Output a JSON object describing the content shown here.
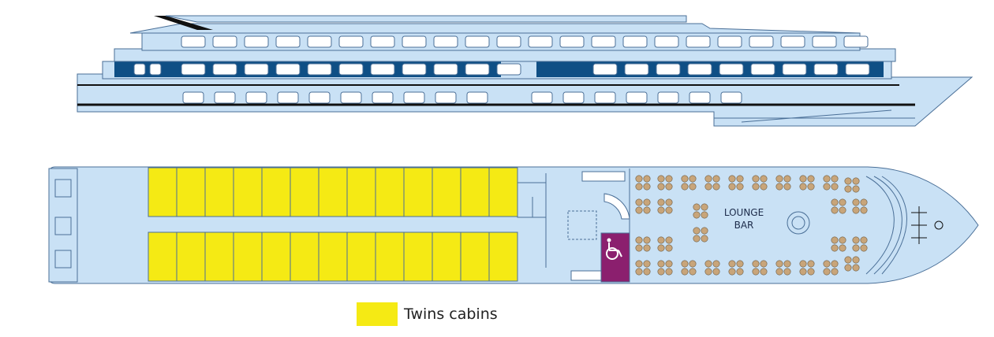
{
  "deck": {
    "lounge_line1": "LOUNGE",
    "lounge_line2": "BAR",
    "accessible_icon": "wheelchair-icon",
    "cabins_per_row": 13,
    "cabin_rows": 2
  },
  "legend": {
    "label": "Twins cabins",
    "color": "#f5ea14"
  },
  "colors": {
    "hull": "#c9e1f5",
    "hull_stroke": "#4a6f97",
    "window_dark": "#0f4f85",
    "cabin": "#f5ea14",
    "accessible_cabin": "#8b1f6e",
    "table": "#c8a57a"
  }
}
